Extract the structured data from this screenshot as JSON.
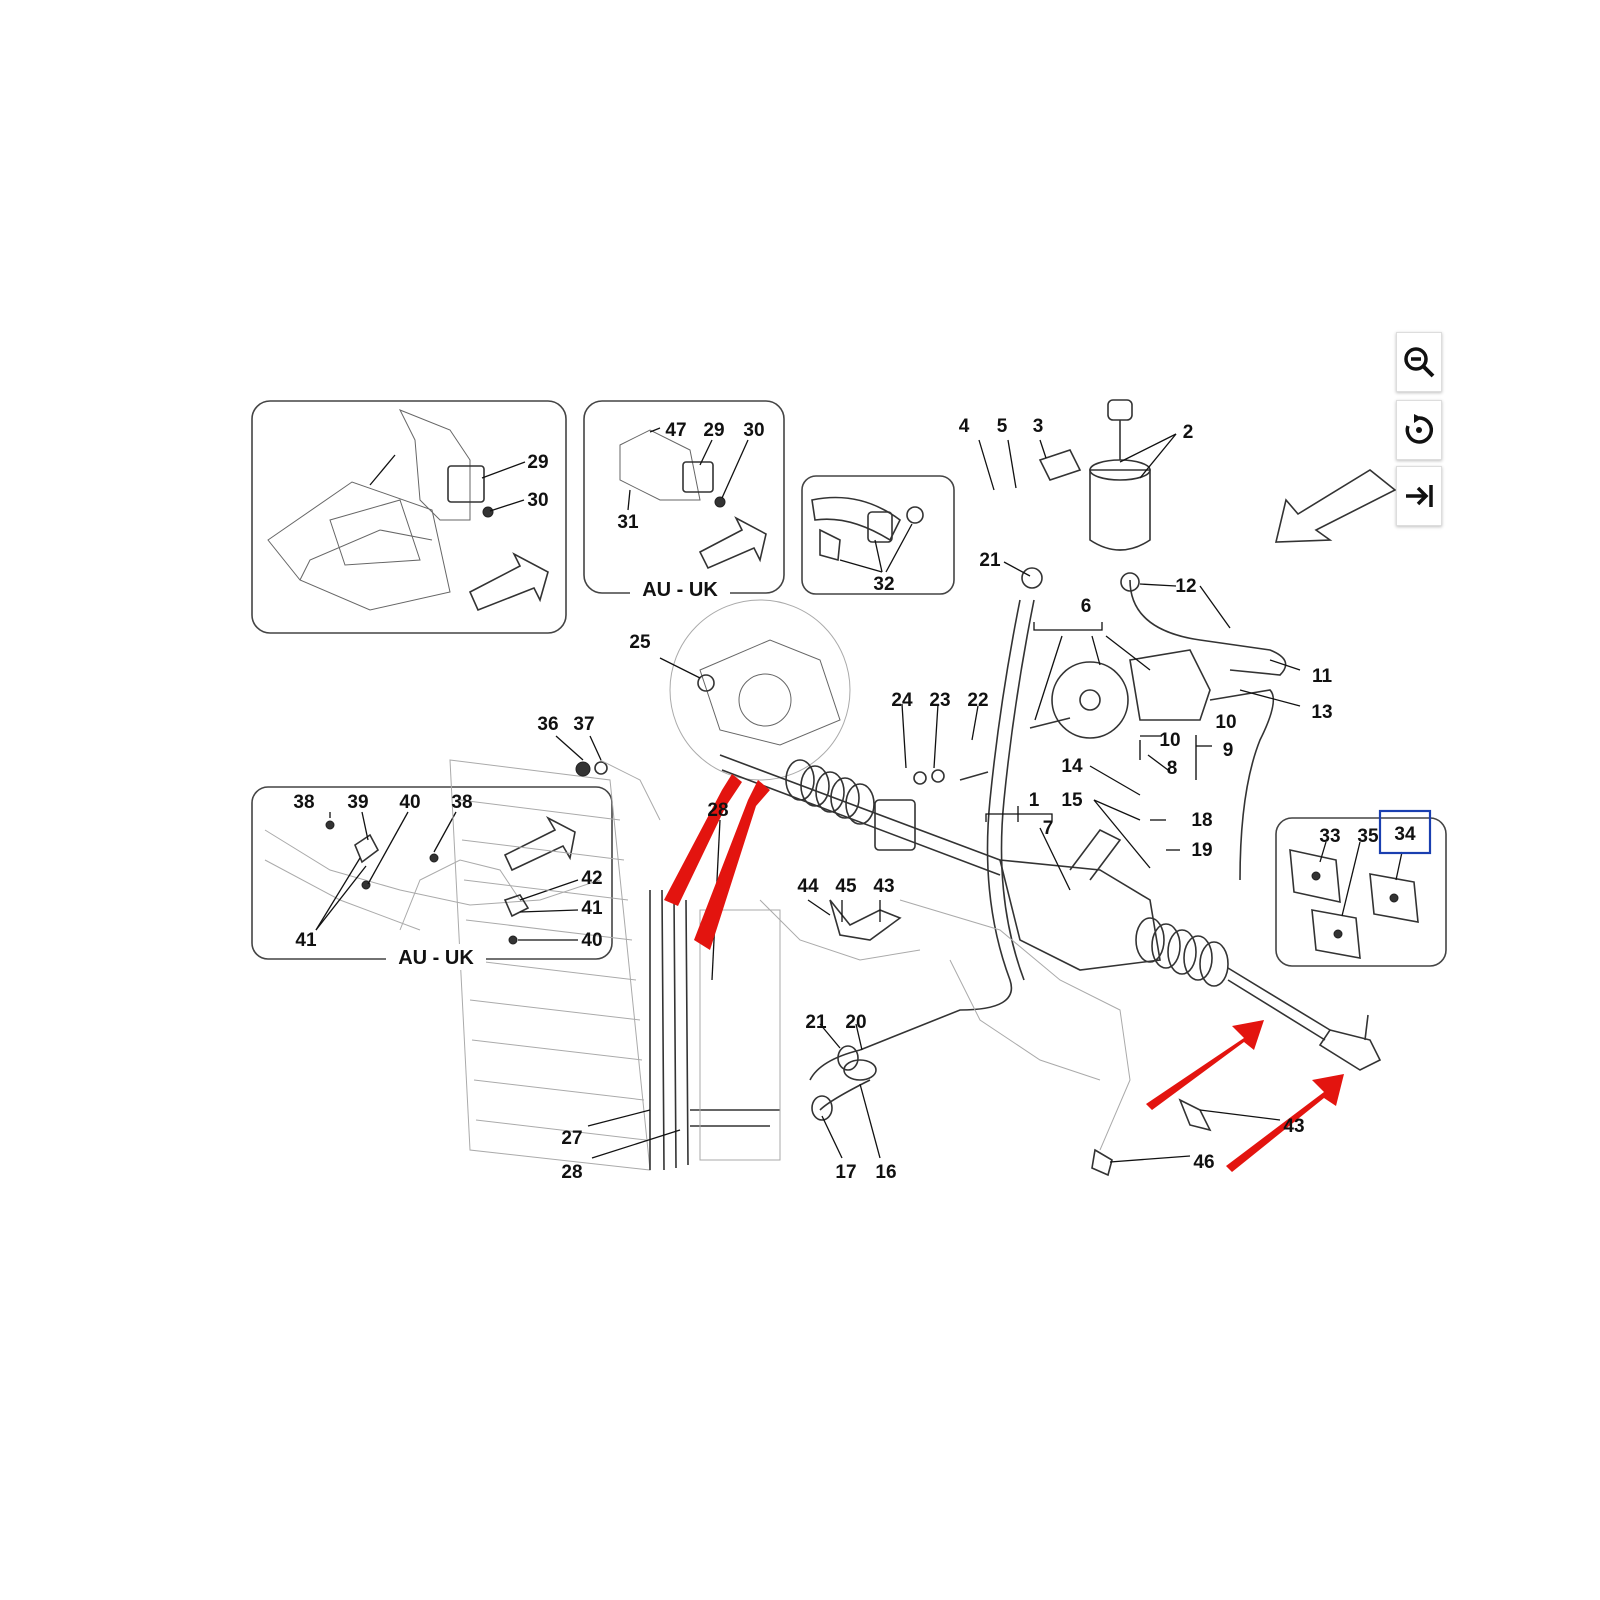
{
  "toolbar": {
    "zoom_out": "zoom-out-icon",
    "rotate": "rotate-icon",
    "collapse": "collapse-panel-icon"
  },
  "diagram": {
    "regions": [
      {
        "id": "r1",
        "text": "AU - UK"
      },
      {
        "id": "r2",
        "text": "AU - UK"
      }
    ],
    "callouts": [
      {
        "id": "c29a",
        "text": "29"
      },
      {
        "id": "c30a",
        "text": "30"
      },
      {
        "id": "c47",
        "text": "47"
      },
      {
        "id": "c29b",
        "text": "29"
      },
      {
        "id": "c30b",
        "text": "30"
      },
      {
        "id": "c31",
        "text": "31"
      },
      {
        "id": "c32",
        "text": "32"
      },
      {
        "id": "c4",
        "text": "4"
      },
      {
        "id": "c5",
        "text": "5"
      },
      {
        "id": "c3",
        "text": "3"
      },
      {
        "id": "c2",
        "text": "2"
      },
      {
        "id": "c21a",
        "text": "21"
      },
      {
        "id": "c12",
        "text": "12"
      },
      {
        "id": "c6",
        "text": "6"
      },
      {
        "id": "c11",
        "text": "11"
      },
      {
        "id": "c13",
        "text": "13"
      },
      {
        "id": "c10a",
        "text": "10"
      },
      {
        "id": "c10b",
        "text": "10"
      },
      {
        "id": "c9",
        "text": "9"
      },
      {
        "id": "c8",
        "text": "8"
      },
      {
        "id": "c25",
        "text": "25"
      },
      {
        "id": "c24",
        "text": "24"
      },
      {
        "id": "c23",
        "text": "23"
      },
      {
        "id": "c22",
        "text": "22"
      },
      {
        "id": "c36",
        "text": "36"
      },
      {
        "id": "c37",
        "text": "37"
      },
      {
        "id": "c14",
        "text": "14"
      },
      {
        "id": "c1",
        "text": "1"
      },
      {
        "id": "c7",
        "text": "7"
      },
      {
        "id": "c15",
        "text": "15"
      },
      {
        "id": "c18",
        "text": "18"
      },
      {
        "id": "c19",
        "text": "19"
      },
      {
        "id": "c38a",
        "text": "38"
      },
      {
        "id": "c39",
        "text": "39"
      },
      {
        "id": "c40a",
        "text": "40"
      },
      {
        "id": "c38b",
        "text": "38"
      },
      {
        "id": "c42",
        "text": "42"
      },
      {
        "id": "c41a",
        "text": "41"
      },
      {
        "id": "c41b",
        "text": "41"
      },
      {
        "id": "c40b",
        "text": "40"
      },
      {
        "id": "c28a",
        "text": "28"
      },
      {
        "id": "c44",
        "text": "44"
      },
      {
        "id": "c45",
        "text": "45"
      },
      {
        "id": "c43a",
        "text": "43"
      },
      {
        "id": "c33",
        "text": "33"
      },
      {
        "id": "c35",
        "text": "35"
      },
      {
        "id": "c34",
        "text": "34"
      },
      {
        "id": "c21b",
        "text": "21"
      },
      {
        "id": "c20",
        "text": "20"
      },
      {
        "id": "c27",
        "text": "27"
      },
      {
        "id": "c28b",
        "text": "28"
      },
      {
        "id": "c17",
        "text": "17"
      },
      {
        "id": "c16",
        "text": "16"
      },
      {
        "id": "c43b",
        "text": "43"
      },
      {
        "id": "c46",
        "text": "46"
      }
    ],
    "highlighted_part": "34",
    "highlight_color": "#1a3fb0",
    "arrow_color": "#e3140f"
  }
}
